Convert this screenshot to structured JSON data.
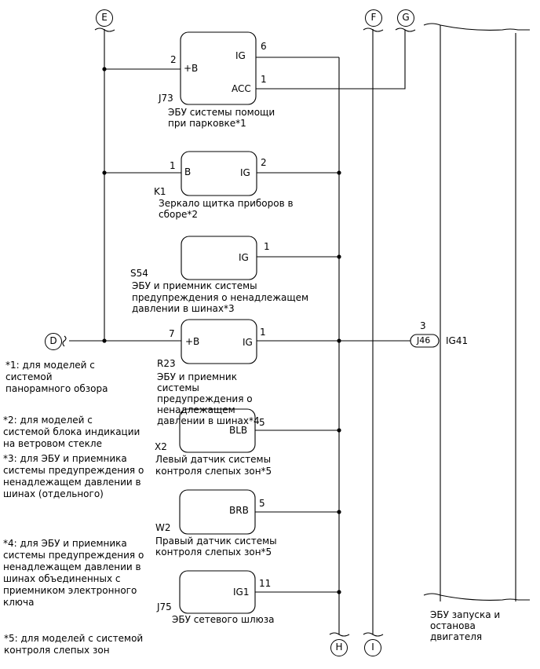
{
  "connectors": {
    "E": "E",
    "F": "F",
    "G": "G",
    "D": "D",
    "H": "H",
    "I": "I"
  },
  "components": {
    "j73": {
      "code": "J73",
      "name_line1": "ЭБУ системы помощи",
      "name_line2": "при парковке*1",
      "pin_b_label": "+B",
      "pin_b_num": "2",
      "pin_ig_label": "IG",
      "pin_ig_num": "6",
      "pin_acc_label": "ACC",
      "pin_acc_num": "1"
    },
    "k1": {
      "code": "K1",
      "name_line1": "Зеркало щитка приборов в",
      "name_line2": "сборе*2",
      "pin_b_label": "B",
      "pin_b_num": "1",
      "pin_ig_label": "IG",
      "pin_ig_num": "2"
    },
    "s54": {
      "code": "S54",
      "name_line1": "ЭБУ и приемник системы",
      "name_line2": "предупреждения о ненадлежащем",
      "name_line3": "давлении в шинах*3",
      "pin_ig_label": "IG",
      "pin_ig_num": "1"
    },
    "r23": {
      "code": "R23",
      "name_line1": "ЭБУ и приемник",
      "name_line2": "системы",
      "name_line3": "предупреждения о",
      "name_line4": "ненадлежащем",
      "name_line5": "давлении в шинах*4",
      "pin_b_label": "+B",
      "pin_b_num": "7",
      "pin_ig_label": "IG",
      "pin_ig_num": "1"
    },
    "x2": {
      "code": "X2",
      "name_line1": "Левый датчик системы",
      "name_line2": "контроля слепых зон*5",
      "pin_label": "BLB",
      "pin_num": "5"
    },
    "w2": {
      "code": "W2",
      "name_line1": "Правый датчик системы",
      "name_line2": "контроля слепых зон*5",
      "pin_label": "BRB",
      "pin_num": "5"
    },
    "j75": {
      "code": "J75",
      "name_line1": "ЭБУ сетевого шлюза",
      "pin_label": "IG1",
      "pin_num": "11"
    },
    "j46": {
      "code": "J46",
      "pin_num": "3",
      "signal": "IG41"
    },
    "ecu": {
      "name_line1": "ЭБУ запуска и",
      "name_line2": "останова",
      "name_line3": "двигателя"
    }
  },
  "notes": {
    "n1": [
      "*1: для моделей с",
      "системой",
      "панорамного обзора"
    ],
    "n2": [
      "*2: для моделей с",
      "системой блока индикации",
      "на ветровом стекле"
    ],
    "n3": [
      "*3: для ЭБУ и приемника",
      "системы предупреждения о",
      "ненадлежащем давлении в",
      "шинах (отдельного)"
    ],
    "n4": [
      "*4: для ЭБУ и приемника",
      "системы предупреждения о",
      "ненадлежащем давлении в",
      "шинах объединенных с",
      "приемником электронного",
      "ключа"
    ],
    "n5": [
      "*5: для моделей с системой",
      "контроля слепых зон"
    ]
  },
  "colors": {
    "line": "#000000",
    "background": "#ffffff"
  }
}
